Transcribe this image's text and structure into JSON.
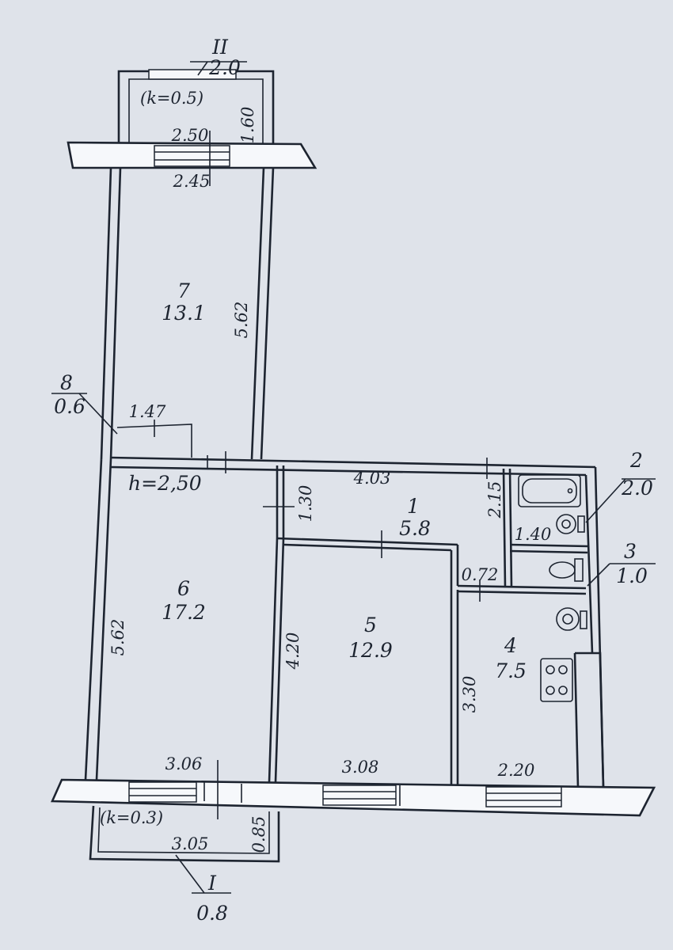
{
  "rooms": {
    "r1": {
      "number": "1",
      "area": "5.8"
    },
    "r2": {
      "number": "2",
      "area": "2.0"
    },
    "r3": {
      "number": "3",
      "area": "1.0"
    },
    "r4": {
      "number": "4",
      "area": "7.5"
    },
    "r5": {
      "number": "5",
      "area": "12.9"
    },
    "r6": {
      "number": "6",
      "area": "17.2"
    },
    "r7": {
      "number": "7",
      "area": "13.1"
    },
    "r8": {
      "number": "8",
      "area": "0.6"
    },
    "balcony_top": {
      "number": "II",
      "area": "2.0",
      "coef": "(k=0.5)"
    },
    "balcony_bottom": {
      "number": "I",
      "area": "0.8",
      "coef": "(k=0.3)"
    }
  },
  "ceiling_height": "h=2,50",
  "dimensions": {
    "top_balcony_depth": "1.60",
    "top_window_outer": "2.50",
    "room7_width": "2.45",
    "room7_length": "5.62",
    "closet_width": "1.47",
    "hall_length": "4.03",
    "hall_width": "1.30",
    "bath_length": "2.15",
    "bath_width": "1.40",
    "wc_width": "0.72",
    "room6_length": "5.62",
    "room6_width": "3.06",
    "room5_length": "4.20",
    "room5_width": "3.08",
    "kitchen_length": "3.30",
    "kitchen_width": "2.20",
    "bottom_balcony_width": "3.05",
    "bottom_balcony_depth": "0.85"
  }
}
